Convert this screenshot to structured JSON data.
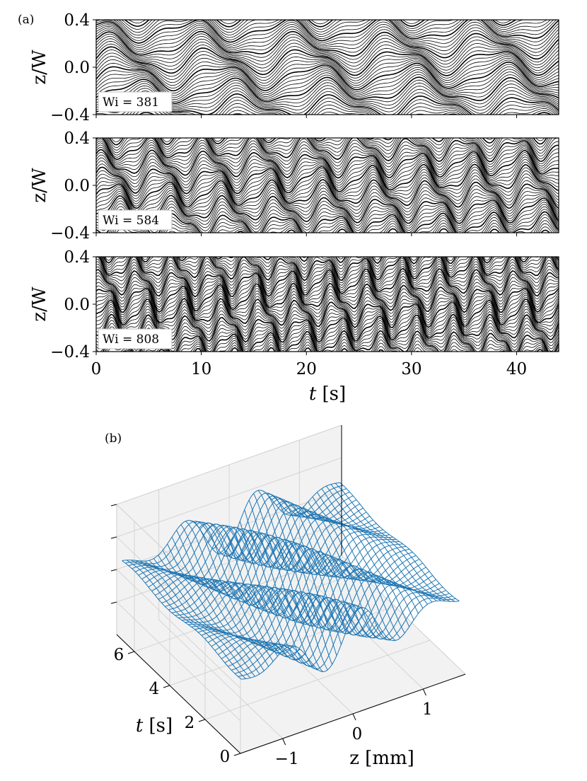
{
  "figure": {
    "panel_a_label": "(a)",
    "panel_b_label": "(b)"
  },
  "chart_data": [
    {
      "type": "line",
      "panel": "(a)",
      "description_kind": "time-series of perturbation streaklines (waterfall) at three Weissenberg numbers",
      "shared_x": {
        "label_var": "t",
        "label_unit": "[s]",
        "range": [
          0,
          44
        ],
        "ticks": [
          "0",
          "10",
          "20",
          "30",
          "40"
        ],
        "tick_values": [
          0,
          10,
          20,
          30,
          40
        ]
      },
      "subplots": [
        {
          "annotation": "Wi = 381",
          "ylabel": "z/W",
          "ylim": [
            -0.4,
            0.4
          ],
          "yticks": [
            "0.4",
            "0.0",
            "−0.4"
          ],
          "ytick_values": [
            0.4,
            0.0,
            -0.4
          ],
          "period_s": 9.0,
          "line_color": "#000000"
        },
        {
          "annotation": "Wi = 584",
          "ylabel": "z/W",
          "ylim": [
            -0.4,
            0.4
          ],
          "yticks": [
            "0.4",
            "0.0",
            "−0.4"
          ],
          "ytick_values": [
            0.4,
            0.0,
            -0.4
          ],
          "period_s": 5.0,
          "line_color": "#000000"
        },
        {
          "annotation": "Wi = 808",
          "ylabel": "z/W",
          "ylim": [
            -0.4,
            0.4
          ],
          "yticks": [
            "0.4",
            "0.0",
            "−0.4"
          ],
          "ytick_values": [
            0.4,
            0.0,
            -0.4
          ],
          "period_s": 3.6,
          "line_color": "#000000"
        }
      ]
    },
    {
      "type": "surface",
      "panel": "(b)",
      "description_kind": "3D wireframe surface of displacement over z and t",
      "x": {
        "label_var": "z",
        "label_unit": "[mm]",
        "ticks": [
          "−1",
          "0",
          "1"
        ],
        "tick_values": [
          -1,
          0,
          1
        ],
        "range": [
          -1.6,
          1.6
        ]
      },
      "y": {
        "label_var": "t",
        "label_unit": "[s]",
        "ticks": [
          "0",
          "2",
          "4",
          "6"
        ],
        "tick_values": [
          0,
          2,
          4,
          6
        ],
        "range": [
          0,
          7.0
        ]
      },
      "z": {
        "ticks": [
          "",
          "",
          "",
          ""
        ],
        "range": [
          -1,
          1
        ]
      },
      "wave_count": 3,
      "mesh_color": "#1f77b4",
      "pane_color": "#f2f2f2"
    }
  ]
}
